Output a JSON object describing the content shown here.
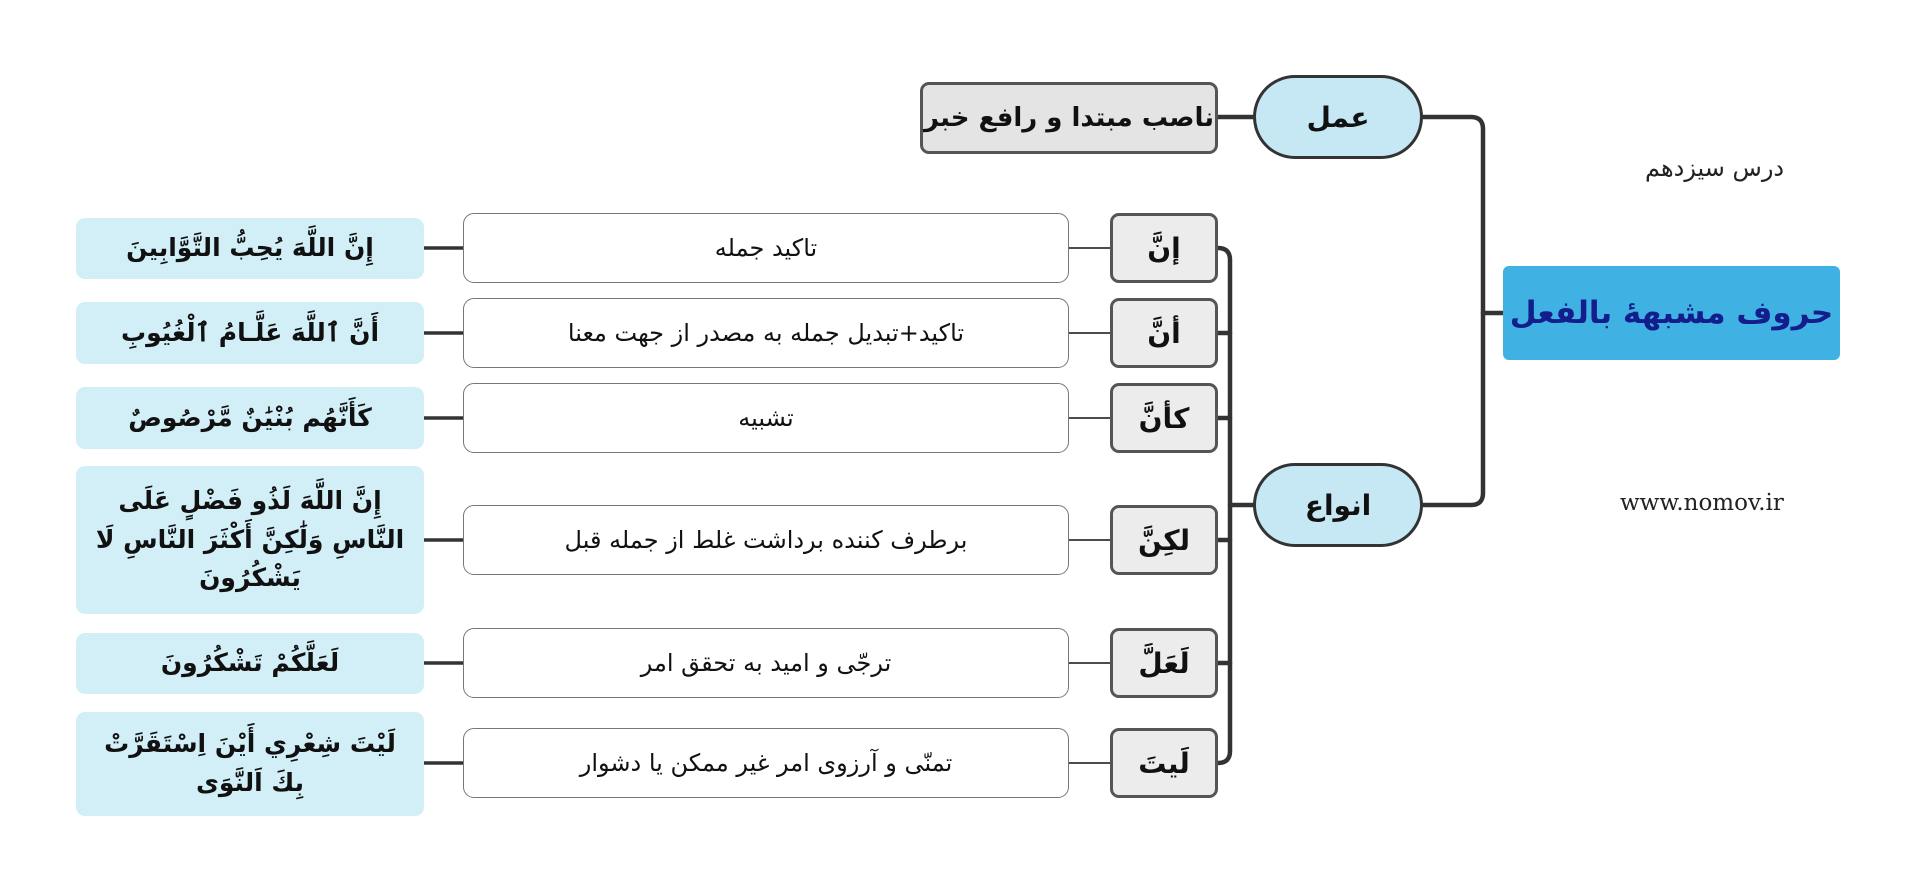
{
  "root": {
    "label": "حروف مشبهۀ بالفعل"
  },
  "lesson": "درس سیزدهم",
  "website": "www.nomov.ir",
  "branches": {
    "amal": {
      "label": "عمل",
      "detail": "ناصب مبتدا و رافع خبر"
    },
    "anwa": {
      "label": "انواع"
    }
  },
  "items": [
    {
      "harf": "إنَّ",
      "meaning": "تاکید جمله",
      "example": "إِنَّ اللَّهَ يُحِبُّ التَّوَّابِينَ"
    },
    {
      "harf": "أنَّ",
      "meaning": "تاکید+تبدیل جمله به مصدر از جهت معنا",
      "example": "أَنَّ ٱللَّهَ عَلَّـامُ ٱلْغُيُوبِ"
    },
    {
      "harf": "كأنَّ",
      "meaning": "تشبیه",
      "example": "كَأَنَّهُم بُنْيَٰنٌ مَّرْصُوصٌ"
    },
    {
      "harf": "لكِنَّ",
      "meaning": "برطرف کننده برداشت غلط از جمله قبل",
      "example": "إِنَّ اللَّهَ لَذُو فَضْلٍ عَلَى النَّاسِ وَلَٰكِنَّ أَكْثَرَ النَّاسِ لَا يَشْكُرُونَ"
    },
    {
      "harf": "لَعَلَّ",
      "meaning": "ترجّی و امید به تحقق امر",
      "example": "لَعَلَّكُمْ تَشْكُرُونَ"
    },
    {
      "harf": "لَیتَ",
      "meaning": "تمنّی و آرزوی امر غیر ممکن یا دشوار",
      "example": "لَيْتَ شِعْرِي أَيْنَ اِسْتَقَرَّتْ بِكَ اَلنَّوَى"
    }
  ]
}
